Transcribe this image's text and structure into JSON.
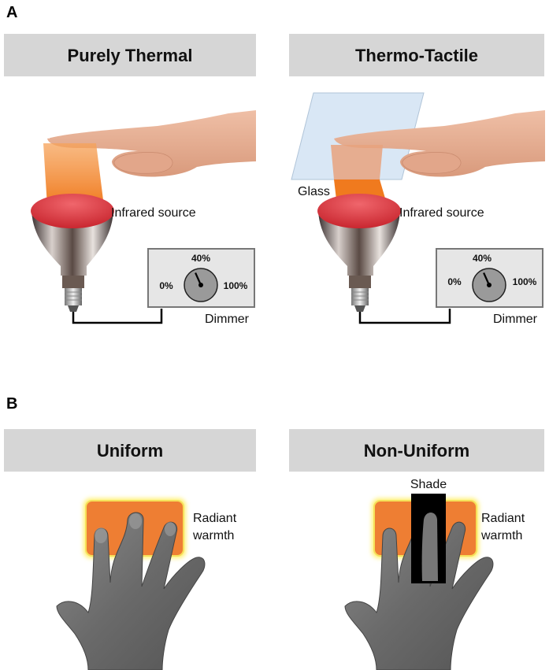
{
  "panelA": {
    "letter": "A",
    "left": {
      "title": "Purely Thermal",
      "source_label": "Infrared source",
      "dimmer": {
        "label": "Dimmer",
        "min_label": "0%",
        "max_label": "100%",
        "setting_label": "40%",
        "setting_fraction": 0.4
      }
    },
    "right": {
      "title": "Thermo-Tactile",
      "glass_label": "Glass",
      "source_label": "Infrared source",
      "dimmer": {
        "label": "Dimmer",
        "min_label": "0%",
        "max_label": "100%",
        "setting_label": "40%",
        "setting_fraction": 0.4
      }
    }
  },
  "panelB": {
    "letter": "B",
    "left": {
      "title": "Uniform",
      "warmth_label_1": "Radiant",
      "warmth_label_2": "warmth"
    },
    "right": {
      "title": "Non-Uniform",
      "shade_label": "Shade",
      "warmth_label_1": "Radiant",
      "warmth_label_2": "warmth"
    }
  },
  "colors": {
    "header_bg": "#d6d6d6",
    "beam": "#f07a1e",
    "lamp_dome": "#e0343c",
    "glass": "#cfe1f3",
    "warmth_patch": "#ee7e33",
    "warmth_glow": "#fff170",
    "dimmer_bg": "#e6e6e6",
    "shade": "#000000",
    "skin": "#e6ad92"
  }
}
